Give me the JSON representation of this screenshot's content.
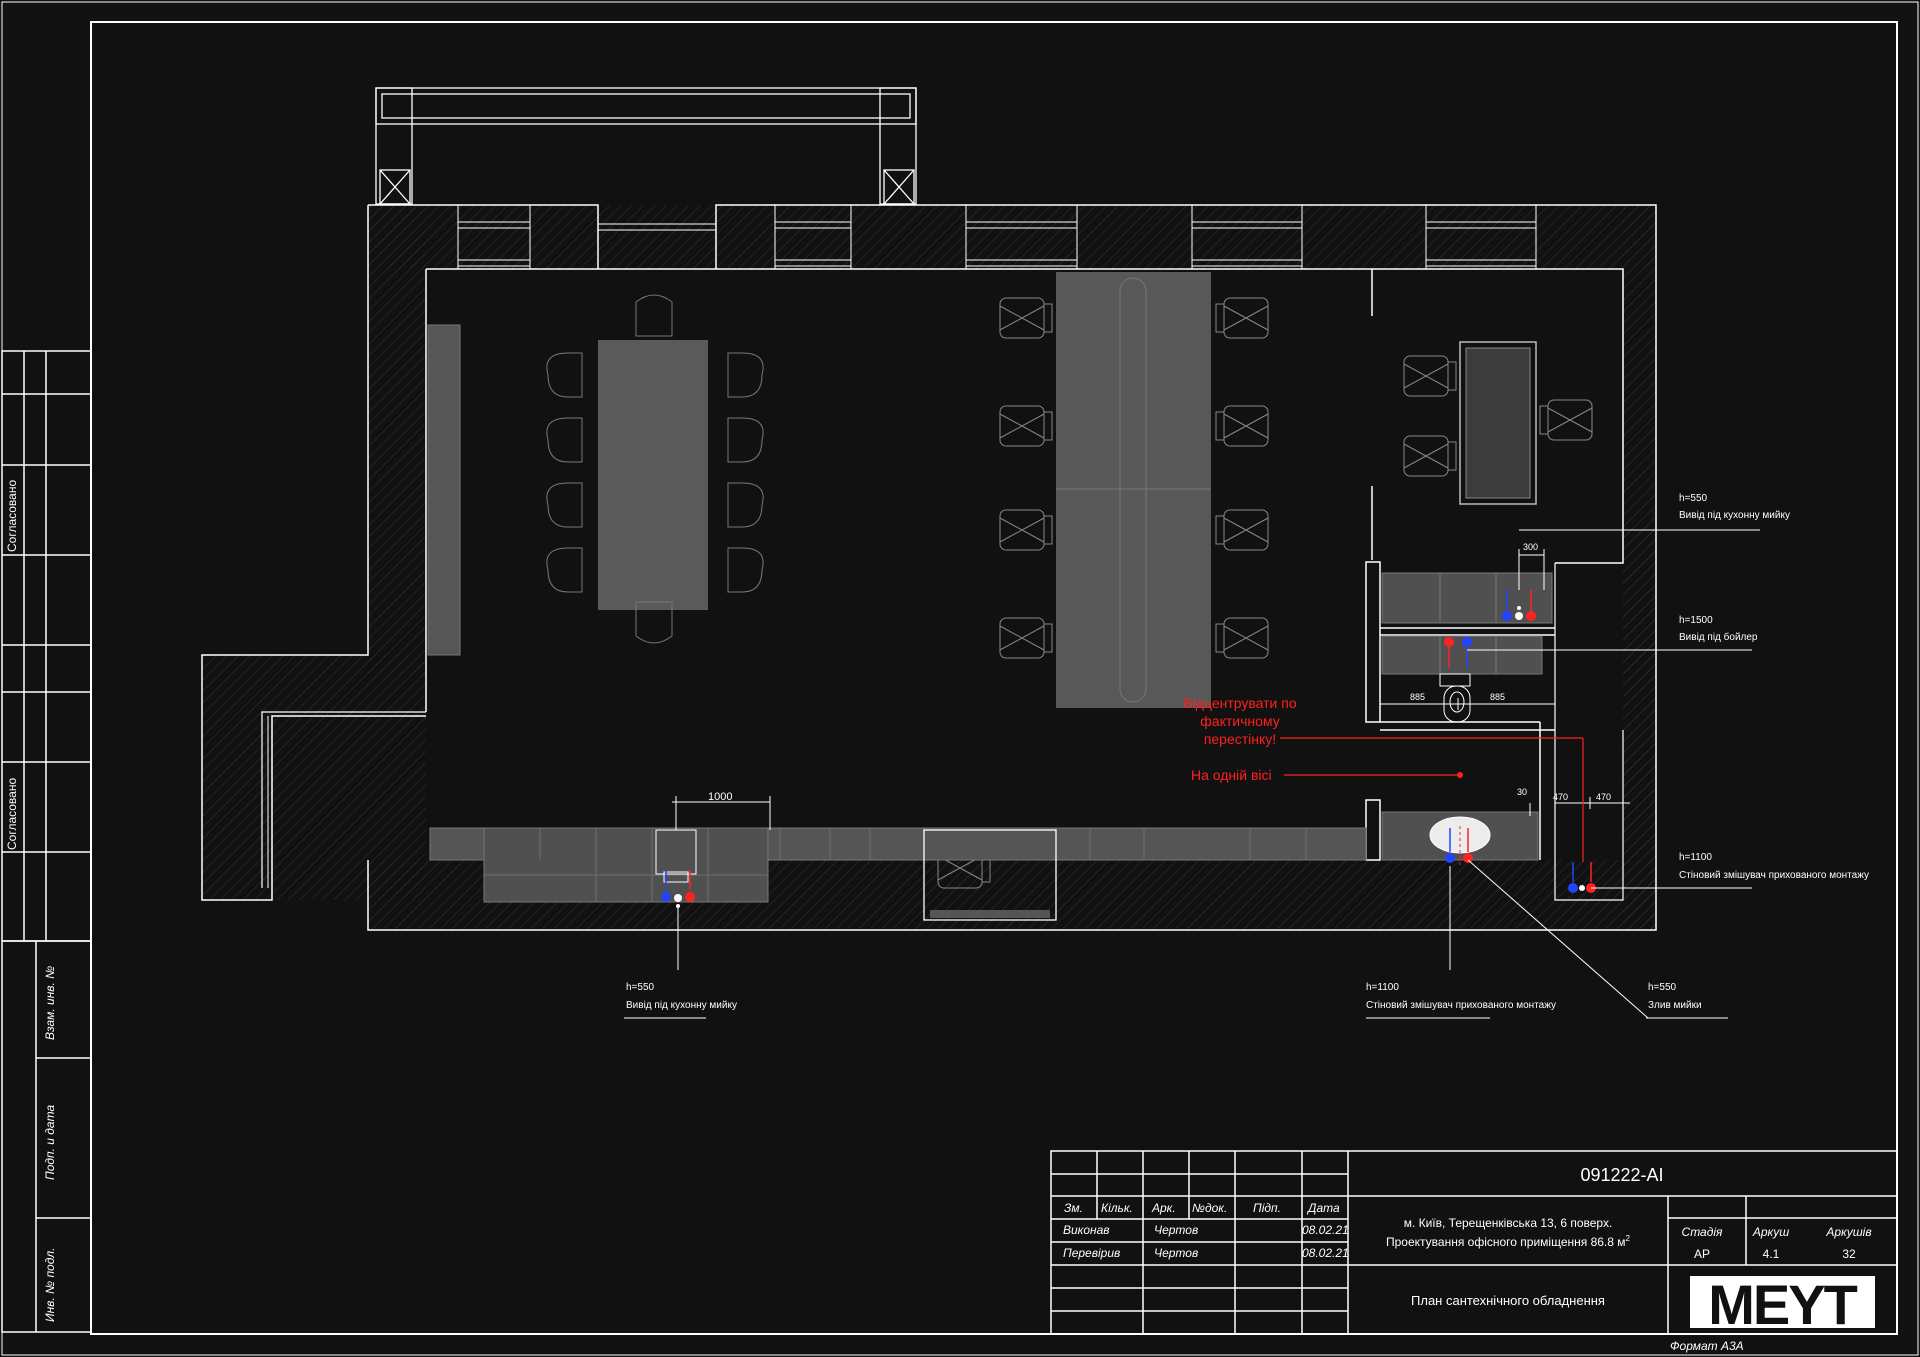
{
  "colors": {
    "background": "#111111",
    "line": "#ffffff",
    "furniture": "#5a5a5a",
    "hatch": "#3a3a3a",
    "red_note": "#ff2020",
    "cold_water": "#2244ff",
    "hot_water": "#ff2222"
  },
  "side_stamps": {
    "agreed_1": "Согласовано",
    "agreed_2": "Согласовано",
    "inv_swap": "Взам. инв. №",
    "sign_date": "Подп. и дата",
    "inv_orig": "Инв. № подл."
  },
  "dimensions": {
    "d1000": "1000",
    "d300": "300",
    "d885_left": "885",
    "d885_right": "885",
    "d30": "30",
    "d470_left": "470",
    "d470_right": "470"
  },
  "red_notes": {
    "center_line1": "Відцентрувати по",
    "center_line2": "фактичному",
    "center_line3": "перестінку!",
    "same_axis": "На одній вісі"
  },
  "callouts": {
    "kitchen_sink_right": {
      "height": "h=550",
      "text": "Вивід під кухонну мийку"
    },
    "boiler": {
      "height": "h=1500",
      "text": "Вивід під бойлер"
    },
    "mixer_right": {
      "height": "h=1100",
      "text": "Стіновий змішувач прихованого монтажу"
    },
    "kitchen_sink_bottom": {
      "height": "h=550",
      "text": "Вивід під кухонну мийку"
    },
    "mixer_bottom": {
      "height": "h=1100",
      "text": "Стіновий змішувач прихованого монтажу"
    },
    "sink_drain": {
      "height": "h=550",
      "text": "Злив мийки"
    }
  },
  "title_block": {
    "doc_code": "091222-АІ",
    "headers": {
      "change": "Зм.",
      "qty": "Кільк.",
      "sheet": "Арк.",
      "doc_no": "№док.",
      "sign": "Підп.",
      "date": "Дата"
    },
    "executed_label": "Виконав",
    "executed_name": "Чертов",
    "executed_date": "08.02.21",
    "checked_label": "Перевірив",
    "checked_name": "Чертов",
    "checked_date": "08.02.21",
    "address": "м. Київ, Терещенківська 13, 6 поверх.",
    "project": "Проектування офісного приміщення 86.8 м",
    "project_sup": "2",
    "stage_label": "Стадія",
    "stage_value": "АР",
    "sheet_label": "Аркуш",
    "sheet_value": "4.1",
    "sheets_label": "Аркушів",
    "sheets_value": "32",
    "drawing_title": "План сантехнічного обладнення",
    "logo": "MEYT",
    "format": "Формат А3А"
  }
}
